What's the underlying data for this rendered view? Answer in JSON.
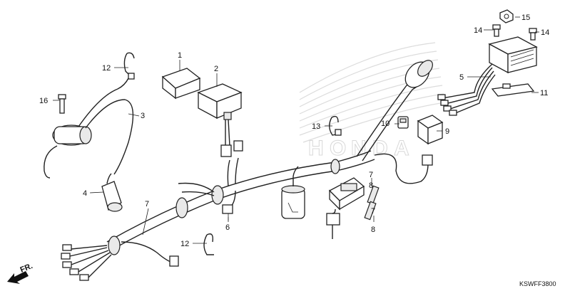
{
  "diagram": {
    "code": "KSWFF3800",
    "direction_label": "FR.",
    "callouts": [
      {
        "id": "c1",
        "text": "1"
      },
      {
        "id": "c2",
        "text": "2"
      },
      {
        "id": "c3",
        "text": "3"
      },
      {
        "id": "c4",
        "text": "4"
      },
      {
        "id": "c5",
        "text": "5"
      },
      {
        "id": "c6",
        "text": "6"
      },
      {
        "id": "c7a",
        "text": "7"
      },
      {
        "id": "c7b",
        "text": "7"
      },
      {
        "id": "c7c",
        "text": "7"
      },
      {
        "id": "c8a",
        "text": "8"
      },
      {
        "id": "c8b",
        "text": "8"
      },
      {
        "id": "c9",
        "text": "9"
      },
      {
        "id": "c10",
        "text": "10"
      },
      {
        "id": "c11",
        "text": "11"
      },
      {
        "id": "c12a",
        "text": "12"
      },
      {
        "id": "c12b",
        "text": "12"
      },
      {
        "id": "c13",
        "text": "13"
      },
      {
        "id": "c14a",
        "text": "14"
      },
      {
        "id": "c14b",
        "text": "14"
      },
      {
        "id": "c15",
        "text": "15"
      },
      {
        "id": "c16",
        "text": "16"
      }
    ]
  },
  "watermark": {
    "type": "logo",
    "text": "HONDA",
    "color": "#d8d8d8"
  },
  "colors": {
    "line": "#222222",
    "background": "#ffffff"
  }
}
